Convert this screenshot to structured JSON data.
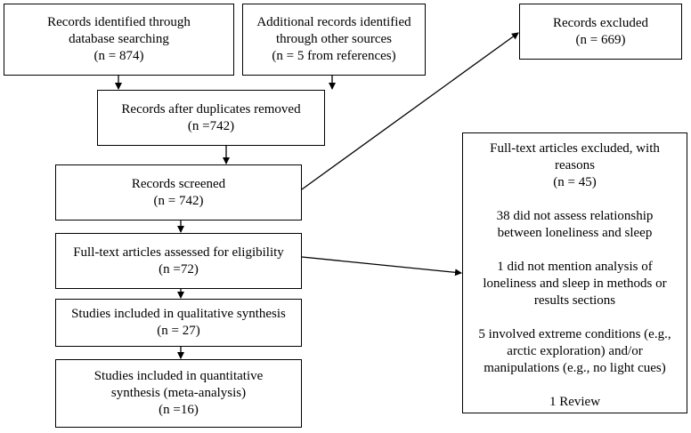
{
  "boxes": {
    "db_search": {
      "lines": [
        "Records identified through",
        "database searching",
        "(n = 874)"
      ]
    },
    "other_sources": {
      "lines": [
        "Additional records identified",
        "through other sources",
        "(n = 5 from references)"
      ]
    },
    "excluded": {
      "lines": [
        "Records excluded",
        "(n = 669)"
      ]
    },
    "duplicates_removed": {
      "lines": [
        "Records after duplicates removed",
        "(n =742)"
      ]
    },
    "screened": {
      "lines": [
        "Records screened",
        "(n = 742)"
      ]
    },
    "fulltext_assessed": {
      "lines": [
        "Full-text articles assessed for eligibility",
        "(n =72)"
      ]
    },
    "qualitative": {
      "lines": [
        "Studies included in qualitative synthesis",
        "(n = 27)"
      ]
    },
    "quantitative": {
      "lines": [
        "Studies included in quantitative",
        "synthesis (meta-analysis)",
        "(n =16)"
      ]
    },
    "fulltext_excluded": {
      "heading": [
        "Full-text articles excluded, with",
        "reasons",
        "(n = 45)"
      ],
      "reason1": [
        "38 did not assess relationship",
        "between loneliness and sleep"
      ],
      "reason2": [
        "1 did not mention analysis of",
        "loneliness and sleep in methods or",
        "results sections"
      ],
      "reason3": [
        "5 involved extreme conditions (e.g.,",
        "arctic exploration) and/or",
        "manipulations (e.g., no light cues)"
      ],
      "reason4": [
        "1 Review"
      ]
    }
  }
}
